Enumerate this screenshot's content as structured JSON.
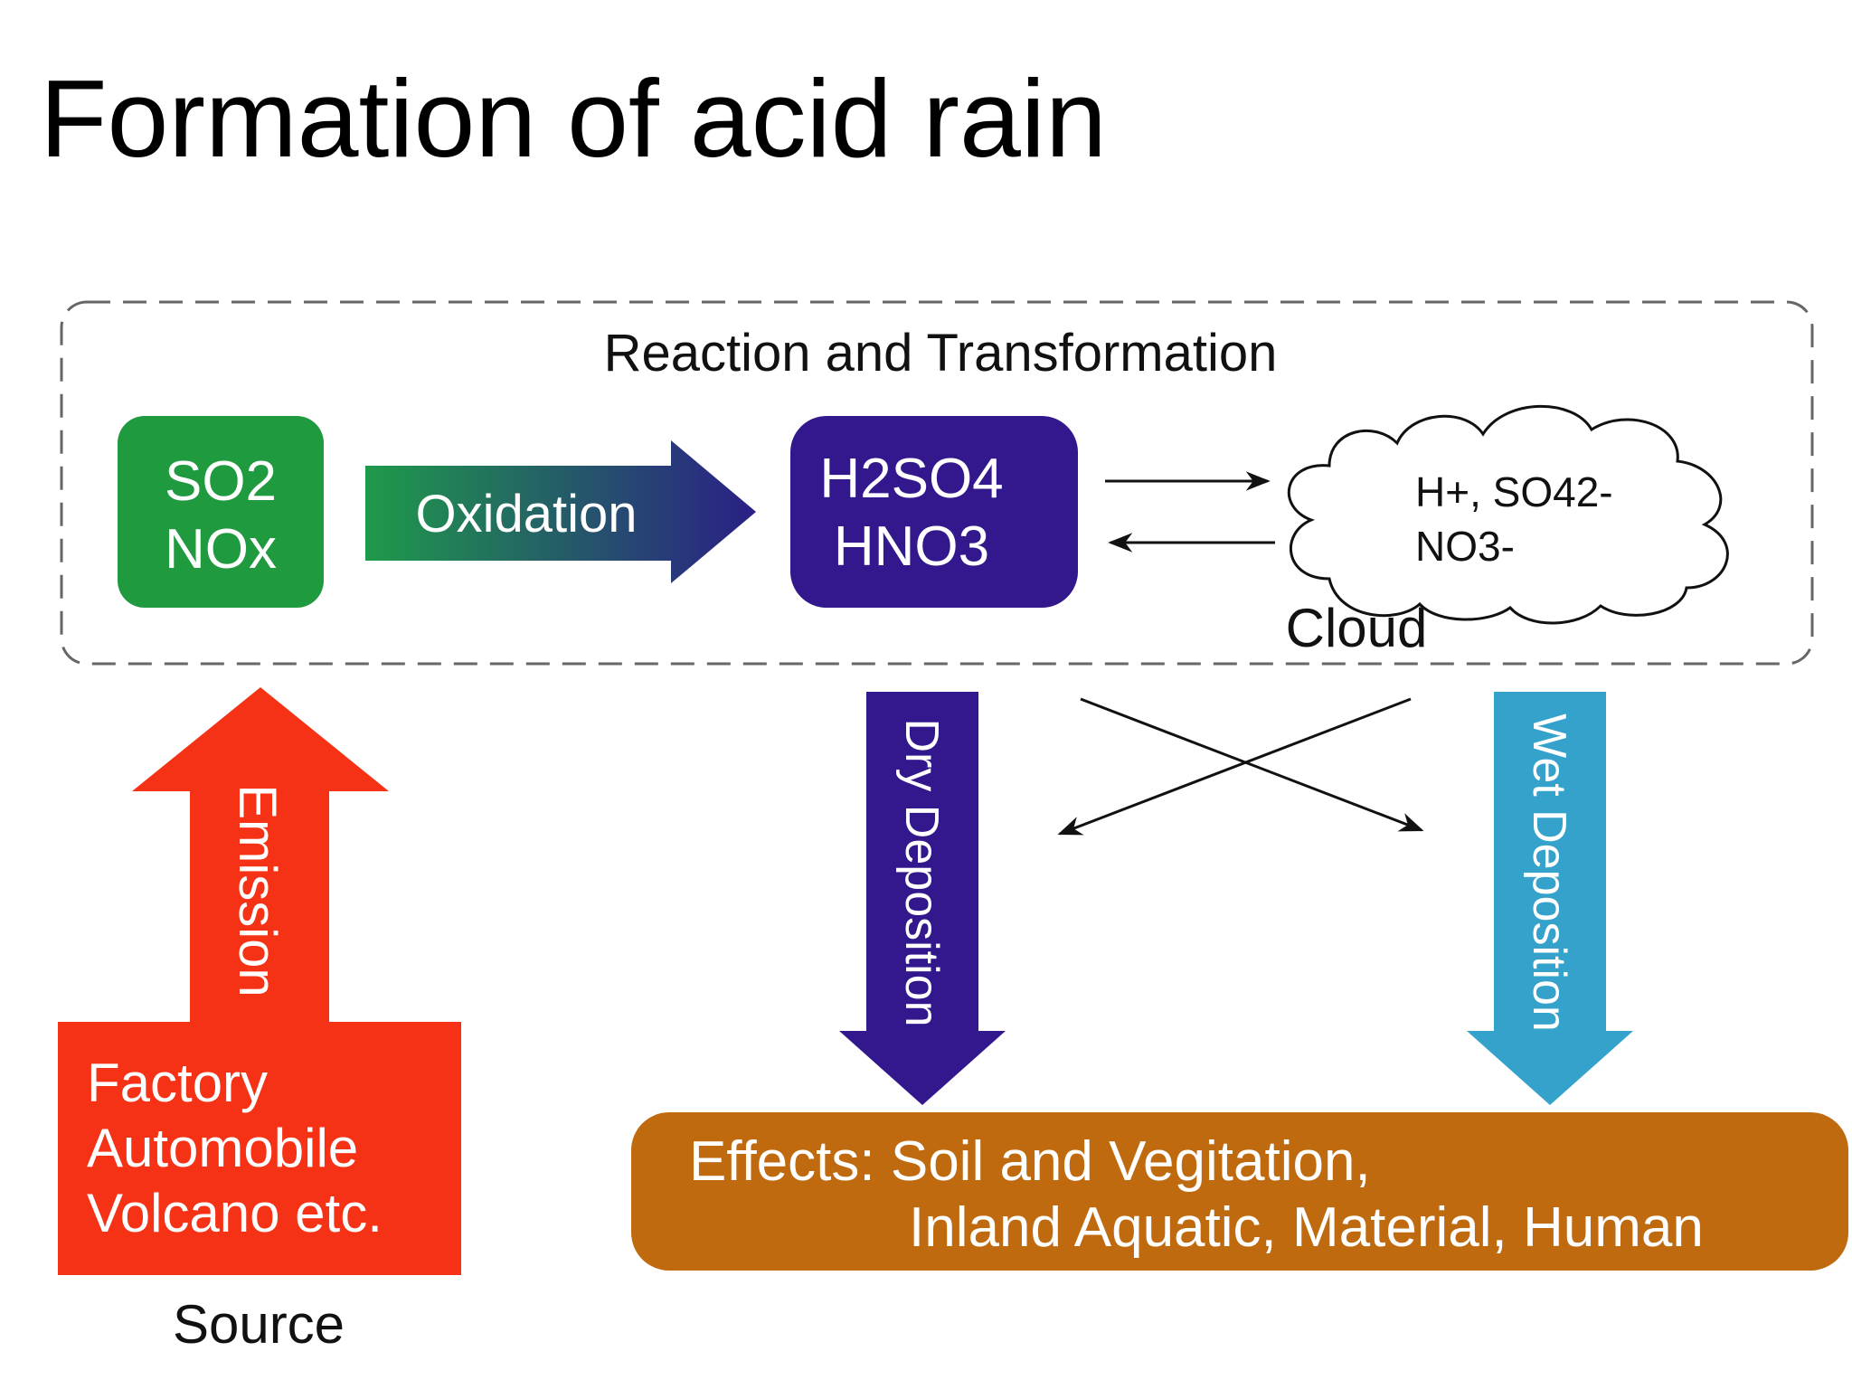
{
  "title": "Formation of acid rain",
  "reaction_label": "Reaction and Transformation",
  "pollutants": {
    "line1": "SO2",
    "line2": "NOx"
  },
  "oxidation_label": "Oxidation",
  "acids": {
    "line1": "H2SO4",
    "line2": "HNO3"
  },
  "cloud": {
    "ions_line1": "H+, SO42-",
    "ions_line2": "NO3-",
    "label": "Cloud"
  },
  "emission_label": "Emission",
  "source": {
    "line1": "Factory",
    "line2": "Automobile",
    "line3": "Volcano etc.",
    "label": "Source"
  },
  "dry_deposition_label": "Dry Deposition",
  "wet_deposition_label": "Wet Deposition",
  "effects": {
    "line1": "Effects: Soil and Vegitation,",
    "line2": "Inland Aquatic, Material, Human"
  },
  "colors": {
    "green": "#1f9a3e",
    "oxidation_start": "#1f9a4a",
    "oxidation_end": "#2a1f86",
    "purple": "#32188c",
    "red": "#f53215",
    "blue": "#35a2cc",
    "orange": "#c06a10"
  }
}
